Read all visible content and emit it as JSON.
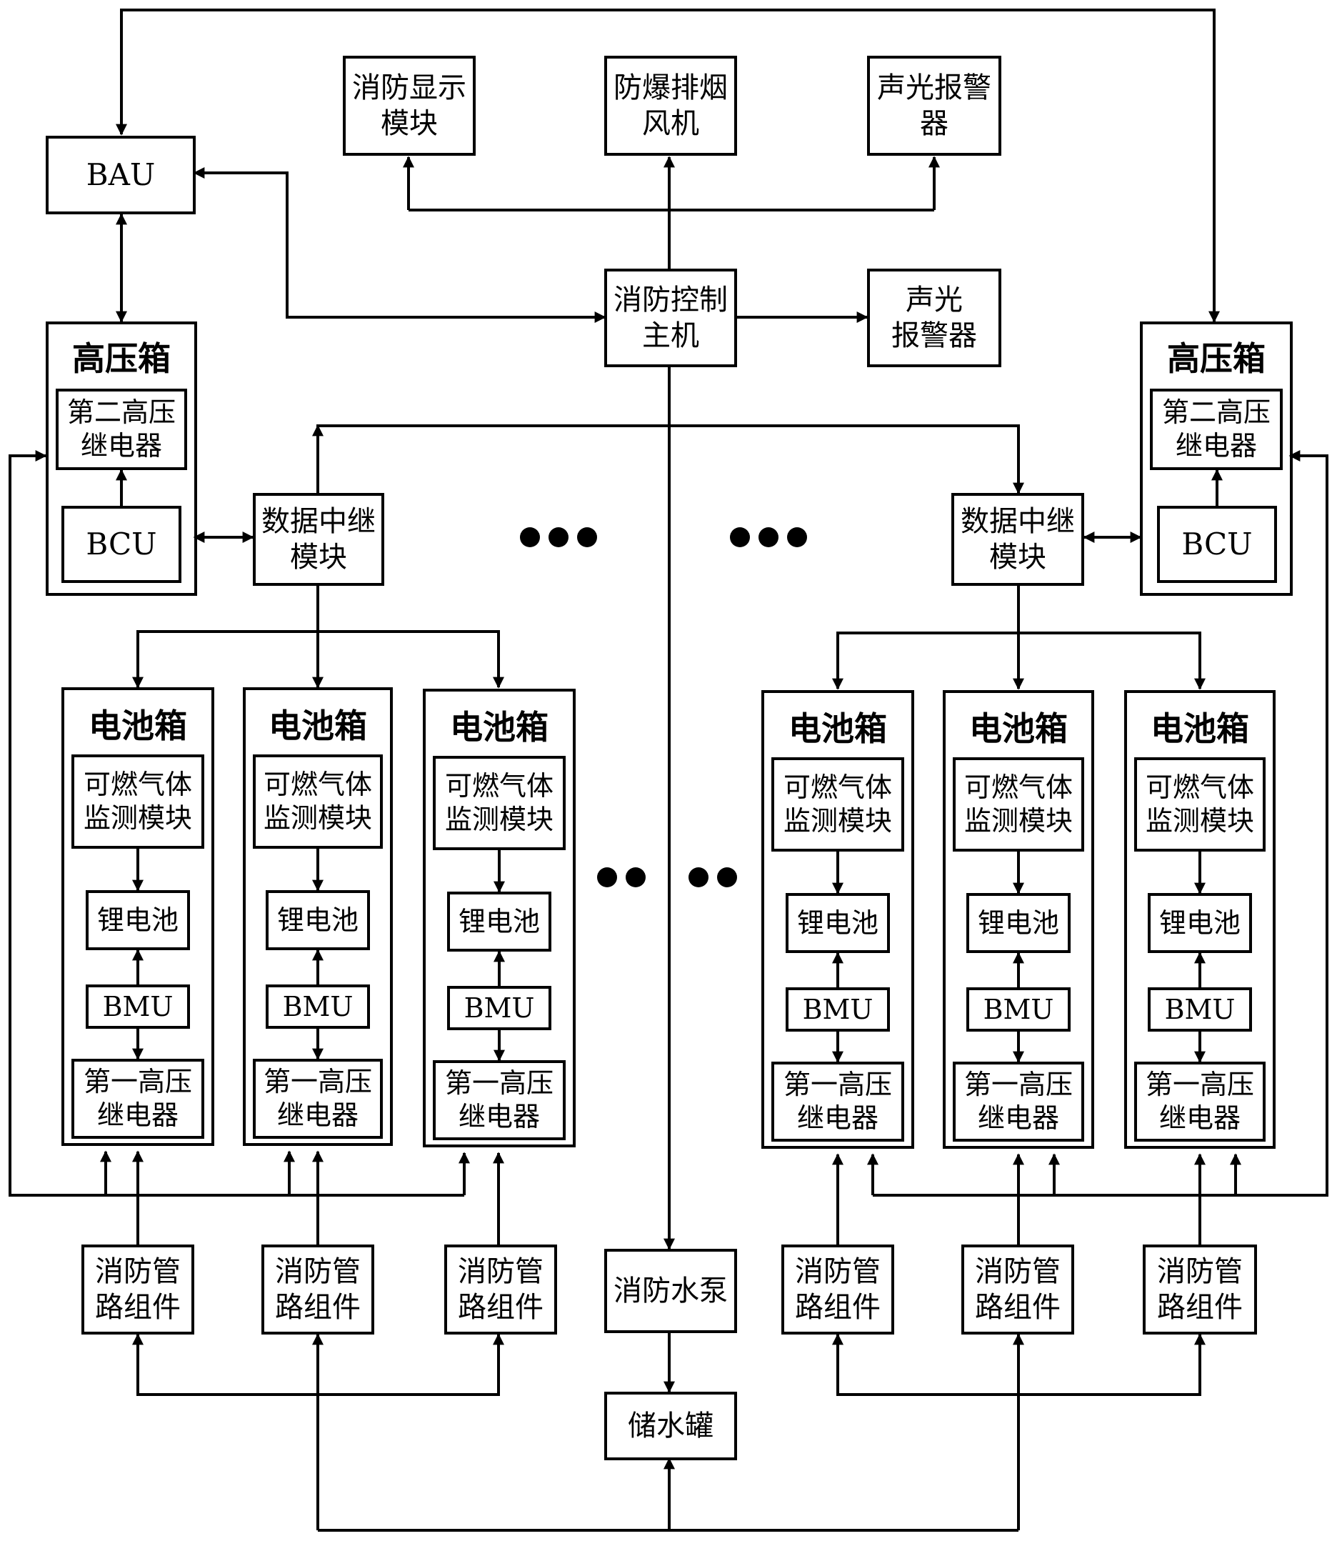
{
  "top": {
    "bau": "BAU",
    "fire_display": "消防显示\n模块",
    "smoke_fan": "防爆排烟\n风机",
    "alarm_top": "声光报警\n器",
    "fire_host": "消防控制\n主机",
    "alarm_mid": "声光\n报警器"
  },
  "hv_box": {
    "title": "高压箱",
    "relay2": "第二高压\n继电器",
    "bcu": "BCU"
  },
  "relay_module": "数据中继\n模块",
  "battery_box": {
    "title": "电池箱",
    "gas": "可燃气体\n监测模块",
    "cell": "锂电池",
    "bmu": "BMU",
    "relay1": "第一高压\n继电器"
  },
  "pipe": "消防管\n路组件",
  "pump": "消防水泵",
  "tank": "储水罐"
}
